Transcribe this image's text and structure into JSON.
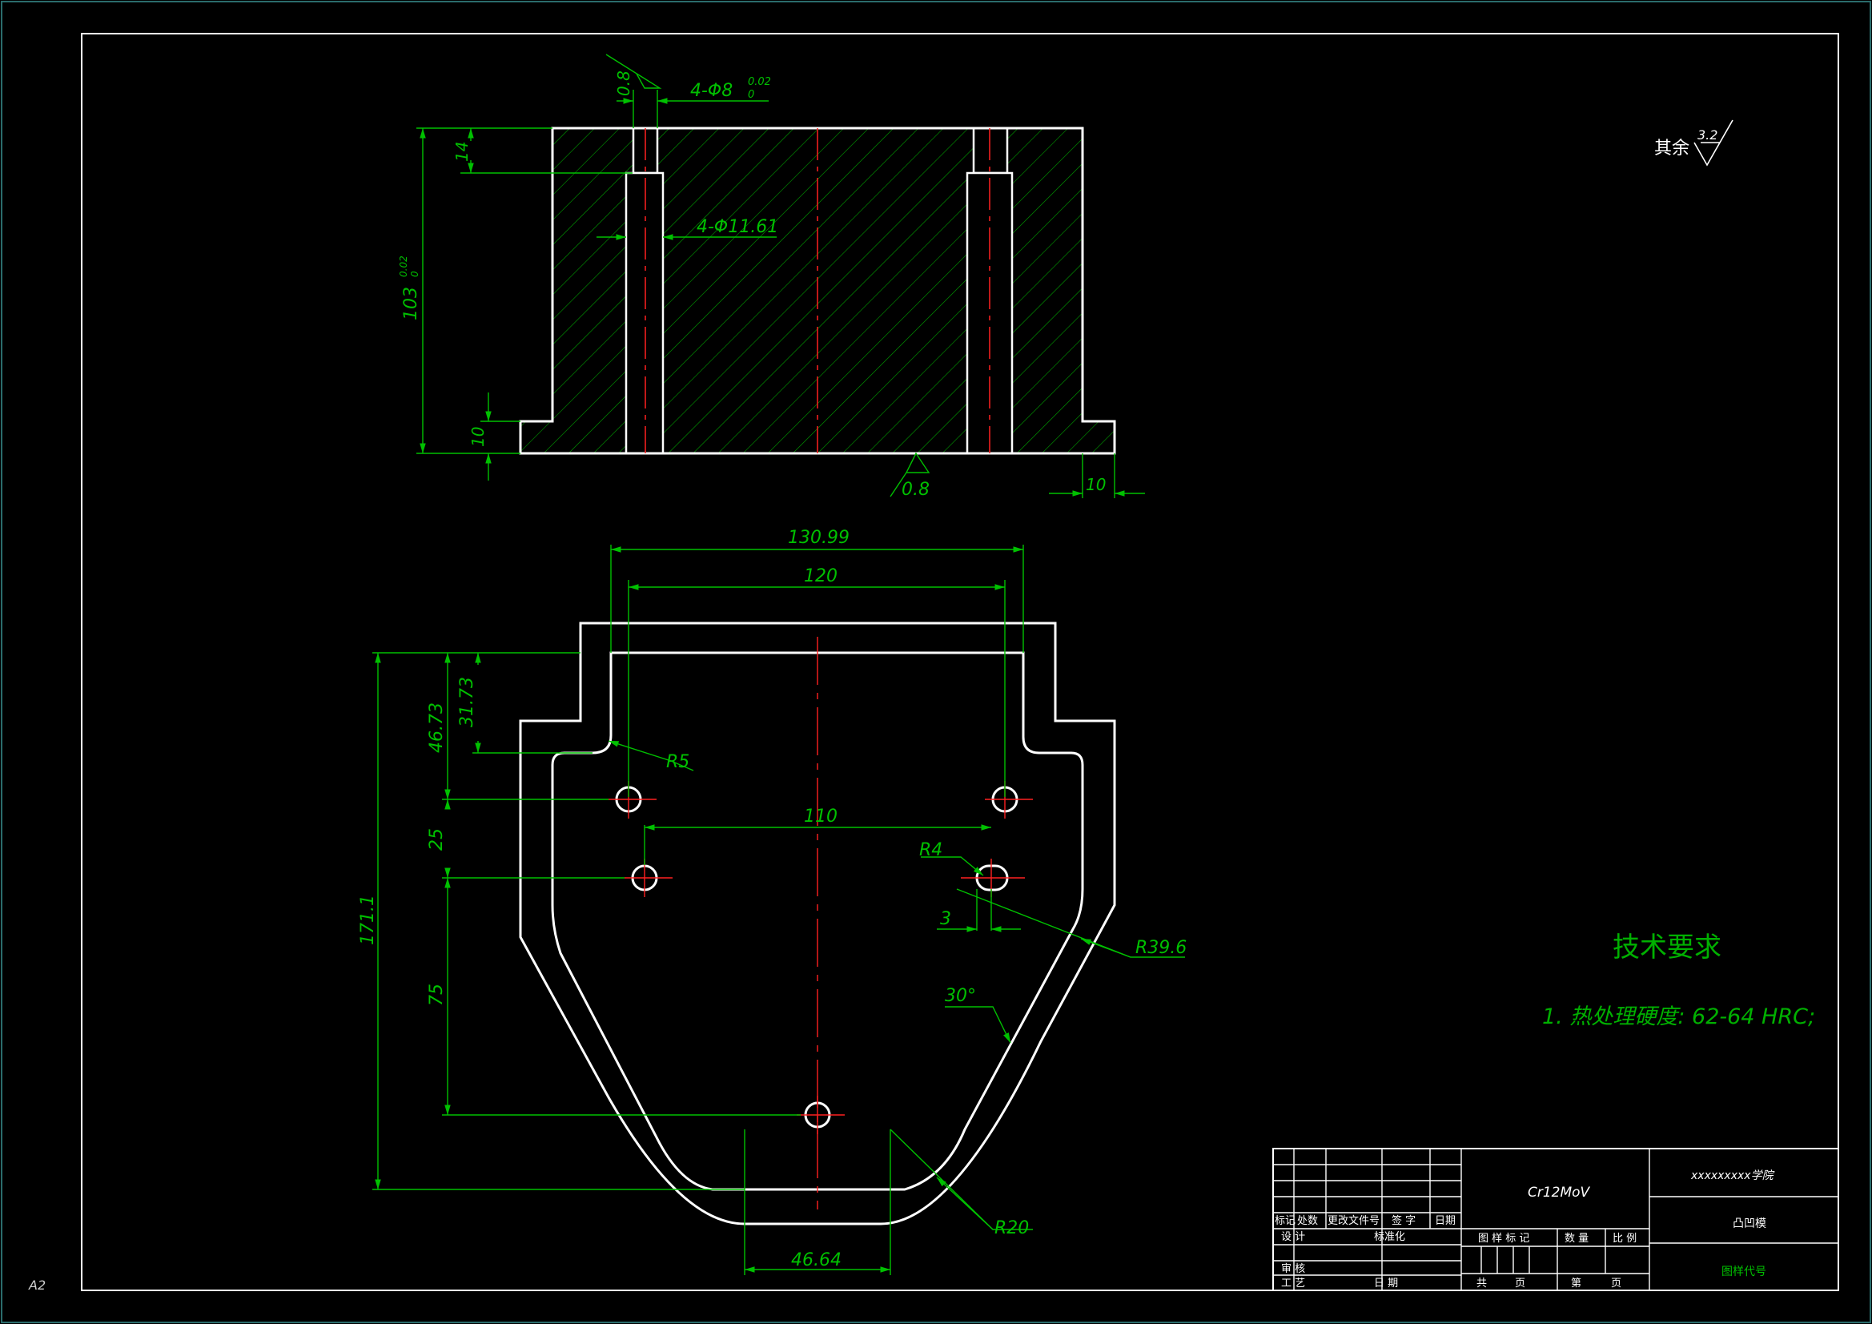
{
  "sheet": {
    "size_label": "A2",
    "background": "#000000",
    "frame_color": "#ffffff",
    "outline_color": "#2a6b6b",
    "dim_color": "#00c000",
    "center_color": "#ff2020",
    "text_color": "#00c000",
    "note_color": "#00b000"
  },
  "surface_finish": {
    "rest_label": "其余",
    "rest_value": "3.2",
    "top_value": "0.8",
    "bottom_value": "0.8"
  },
  "section_view": {
    "dims": {
      "hole_small": "4-Φ8",
      "hole_small_tol_upper": "0.02",
      "hole_small_tol_lower": "0",
      "hole_large": "4-Φ11.61",
      "height_total": "103",
      "height_tol_upper": "0.02",
      "height_tol_lower": "0",
      "top_depth": "14",
      "flange_height": "10",
      "flange_width": "10",
      "finish_dim": "0.8"
    }
  },
  "plan_view": {
    "dims": {
      "width_outer": "130.99",
      "width_inner": "120",
      "hole_spacing": "110",
      "height_total": "171.1",
      "d1": "46.73",
      "d2": "31.73",
      "d3": "25",
      "d4": "75",
      "r5": "R5",
      "r4": "R4",
      "slot": "3",
      "r39": "R39.6",
      "angle": "30°",
      "r20": "R20",
      "bottom_width": "46.64"
    }
  },
  "tech_req": {
    "title": "技术要求",
    "items": [
      "1. 热处理硬度: 62-64 HRC;"
    ]
  },
  "title_block": {
    "material": "Cr12MoV",
    "school": "xxxxxxxxx学院",
    "part_name": "凸凹模",
    "drawing_no": "图样代号",
    "rev_headers": [
      "标记",
      "处数",
      "更改文件号",
      "签 字",
      "日期"
    ],
    "design": "设 计",
    "standard": "标准化",
    "check": "审 核",
    "craft": "工 艺",
    "date": "日 期",
    "mark": "图 样 标 记",
    "qty": "数 量",
    "scale": "比 例",
    "total": "共",
    "page": "页",
    "sheet_no": "第",
    "page2": "页"
  }
}
